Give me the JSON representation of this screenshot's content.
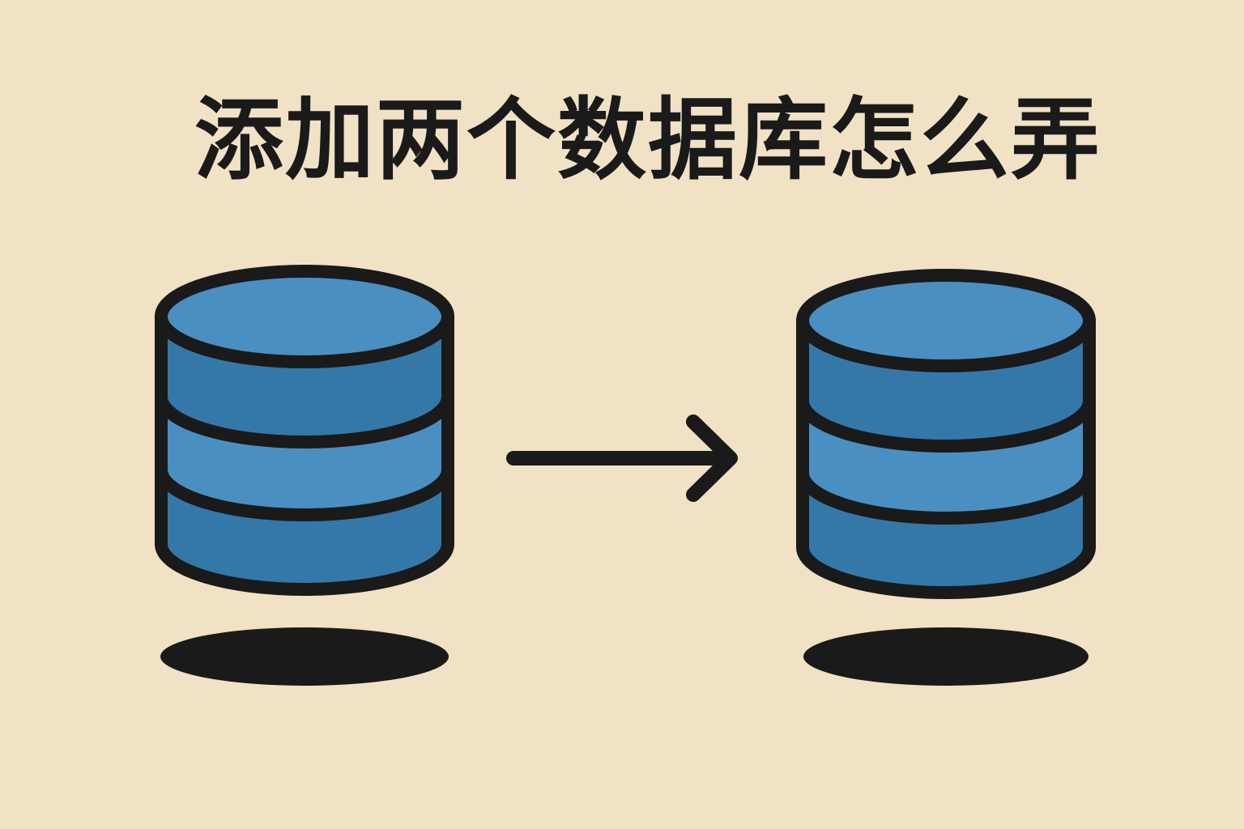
{
  "title": "添加两个数据库怎么弄",
  "diagram": {
    "nodes": [
      {
        "id": "database-source",
        "icon": "database-icon"
      },
      {
        "id": "database-target",
        "icon": "database-icon"
      }
    ],
    "edges": [
      {
        "from": "database-source",
        "to": "database-target",
        "icon": "arrow-right-icon"
      }
    ]
  },
  "colors": {
    "background": "#F1E2C6",
    "outline": "#1A1A1A",
    "band_light": "#4A8FC2",
    "band_dark": "#3478AA",
    "shadow": "#1A1A1A"
  }
}
